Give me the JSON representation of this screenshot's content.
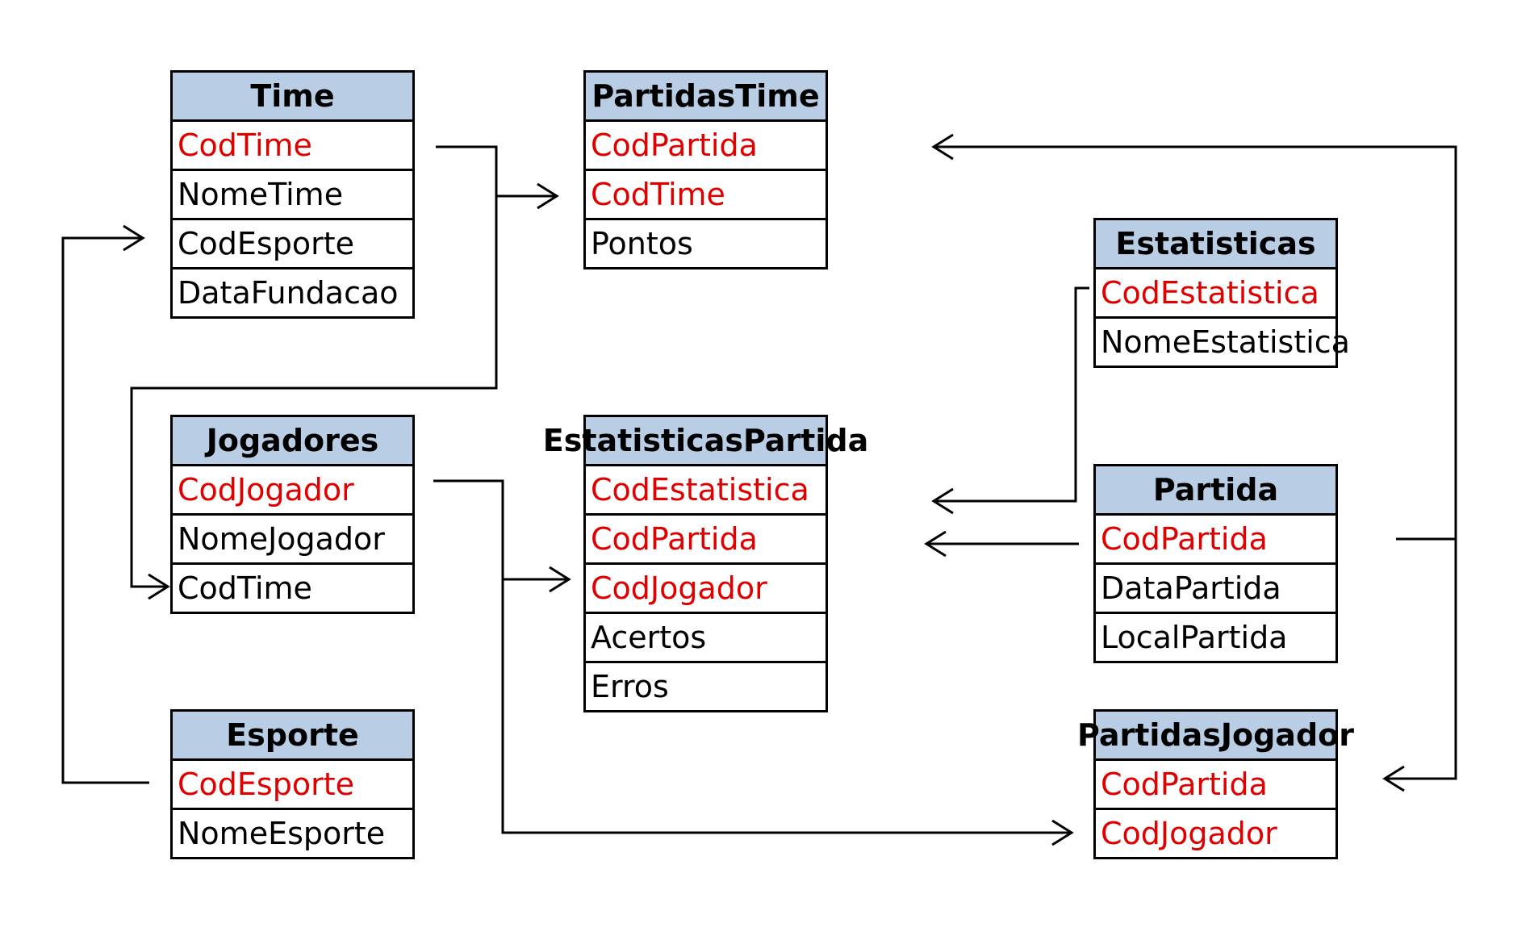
{
  "tables": {
    "time": {
      "title": "Time",
      "rows": [
        {
          "label": "CodTime",
          "key": true
        },
        {
          "label": "NomeTime",
          "key": false
        },
        {
          "label": "CodEsporte",
          "key": false
        },
        {
          "label": "DataFundacao",
          "key": false
        }
      ]
    },
    "partidastime": {
      "title": "PartidasTime",
      "rows": [
        {
          "label": "CodPartida",
          "key": true
        },
        {
          "label": "CodTime",
          "key": true
        },
        {
          "label": "Pontos",
          "key": false
        }
      ]
    },
    "estatisticas": {
      "title": "Estatisticas",
      "rows": [
        {
          "label": "CodEstatistica",
          "key": true
        },
        {
          "label": "NomeEstatistica",
          "key": false
        }
      ]
    },
    "jogadores": {
      "title": "Jogadores",
      "rows": [
        {
          "label": "CodJogador",
          "key": true
        },
        {
          "label": "NomeJogador",
          "key": false
        },
        {
          "label": "CodTime",
          "key": false
        }
      ]
    },
    "estatisticaspartida": {
      "title": "EstatisticasPartida",
      "rows": [
        {
          "label": "CodEstatistica",
          "key": true
        },
        {
          "label": "CodPartida",
          "key": true
        },
        {
          "label": "CodJogador",
          "key": true
        },
        {
          "label": "Acertos",
          "key": false
        },
        {
          "label": "Erros",
          "key": false
        }
      ]
    },
    "partida": {
      "title": "Partida",
      "rows": [
        {
          "label": "CodPartida",
          "key": true
        },
        {
          "label": "DataPartida",
          "key": false
        },
        {
          "label": "LocalPartida",
          "key": false
        }
      ]
    },
    "esporte": {
      "title": "Esporte",
      "rows": [
        {
          "label": "CodEsporte",
          "key": true
        },
        {
          "label": "NomeEsporte",
          "key": false
        }
      ]
    },
    "partidasjogador": {
      "title": "PartidasJogador",
      "rows": [
        {
          "label": "CodPartida",
          "key": true
        },
        {
          "label": "CodJogador",
          "key": true
        }
      ]
    }
  },
  "colors": {
    "header": "#b9cde4",
    "key": "#e00000",
    "text": "#000000",
    "line": "#000000"
  }
}
